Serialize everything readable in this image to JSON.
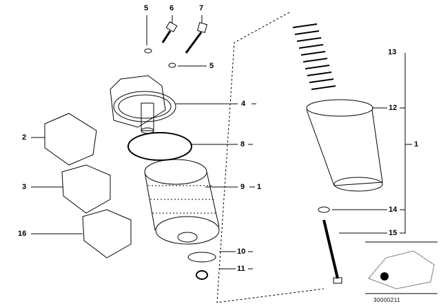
{
  "diagram": {
    "labels": {
      "p5a": "5",
      "p6": "6",
      "p7": "7",
      "p5b": "5",
      "p4": "4",
      "p8": "8",
      "p9": "9",
      "p1a": "1",
      "p10": "10",
      "p11": "11",
      "p2": "2",
      "p3": "3",
      "p16": "16",
      "p13": "13",
      "p12": "12",
      "p1b": "1",
      "p14": "14",
      "p15": "15"
    },
    "diagram_code": "30000211"
  }
}
